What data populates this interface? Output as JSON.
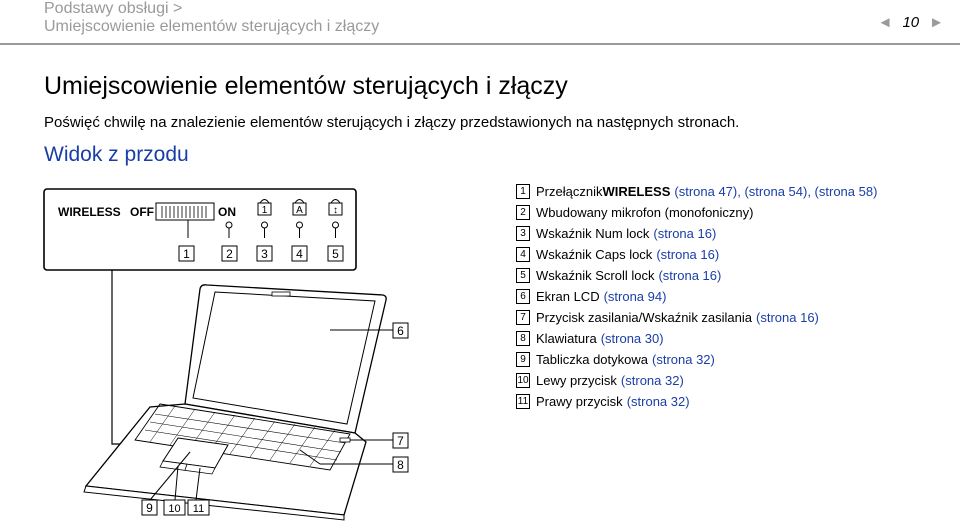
{
  "header": {
    "crumb1": "Podstawy obsługi >",
    "crumb2": "Umiejscowienie elementów sterujących i złączy",
    "page_number": "10",
    "prev_arrow": "◄",
    "next_arrow": "►"
  },
  "title": "Umiejscowienie elementów sterujących i złączy",
  "intro": "Poświęć chwilę na znalezienie elementów sterujących i złączy przedstawionych na następnych stronach.",
  "section": "Widok z przodu",
  "diagram": {
    "wireless": "WIRELESS",
    "off": "OFF",
    "on": "ON",
    "indicator_glyphs": [
      "1",
      "A",
      "↕"
    ],
    "callouts": [
      "1",
      "2",
      "3",
      "4",
      "5",
      "6",
      "7",
      "8",
      "9",
      "10",
      "11"
    ]
  },
  "legend": [
    {
      "num": "1",
      "pre": "Przełącznik ",
      "bold": "WIRELESS",
      "refs": "(strona 47), (strona 54), (strona 58)"
    },
    {
      "num": "2",
      "pre": "Wbudowany mikrofon (monofoniczny)",
      "bold": "",
      "refs": ""
    },
    {
      "num": "3",
      "pre": "Wskaźnik Num lock",
      "bold": "",
      "refs": "(strona 16)"
    },
    {
      "num": "4",
      "pre": "Wskaźnik Caps lock",
      "bold": "",
      "refs": "(strona 16)"
    },
    {
      "num": "5",
      "pre": "Wskaźnik Scroll lock",
      "bold": "",
      "refs": "(strona 16)"
    },
    {
      "num": "6",
      "pre": "Ekran LCD",
      "bold": "",
      "refs": "(strona 94)"
    },
    {
      "num": "7",
      "pre": "Przycisk zasilania/Wskaźnik zasilania",
      "bold": "",
      "refs": "(strona 16)"
    },
    {
      "num": "8",
      "pre": "Klawiatura",
      "bold": "",
      "refs": "(strona 30)"
    },
    {
      "num": "9",
      "pre": "Tabliczka dotykowa",
      "bold": "",
      "refs": "(strona 32)"
    },
    {
      "num": "10",
      "pre": "Lewy przycisk",
      "bold": "",
      "refs": "(strona 32)"
    },
    {
      "num": "11",
      "pre": "Prawy przycisk",
      "bold": "",
      "refs": "(strona 32)"
    }
  ]
}
